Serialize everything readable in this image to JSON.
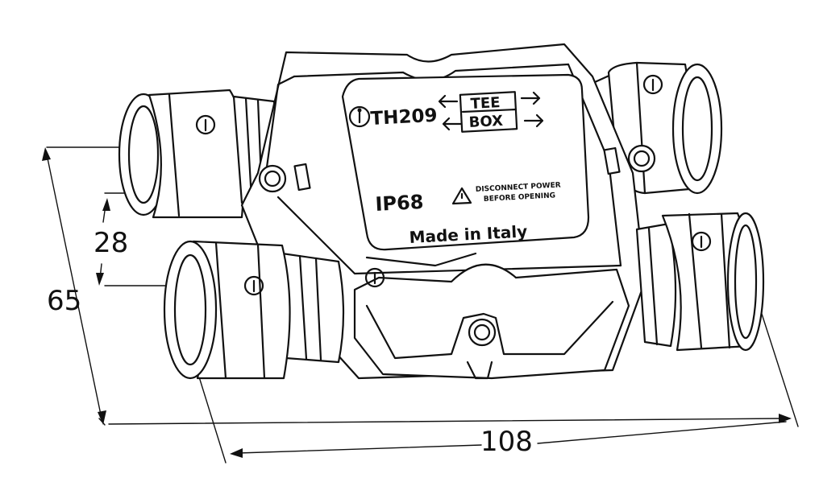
{
  "product": {
    "model": "TH209",
    "brand_box_line1": "TEE",
    "brand_box_line2": "BOX",
    "rating": "IP68",
    "warning_line1": "DISCONNECT POWER",
    "warning_line2": "BEFORE OPENING",
    "origin": "Made in Italy"
  },
  "dimensions": {
    "cable_spacing": "28",
    "height": "65",
    "length": "108"
  },
  "colors": {
    "line": "#111111",
    "background": "#ffffff"
  },
  "icons": [
    "logo-icon",
    "warning-triangle-icon",
    "arrow-left-icon",
    "arrow-right-icon",
    "screw-icon"
  ]
}
